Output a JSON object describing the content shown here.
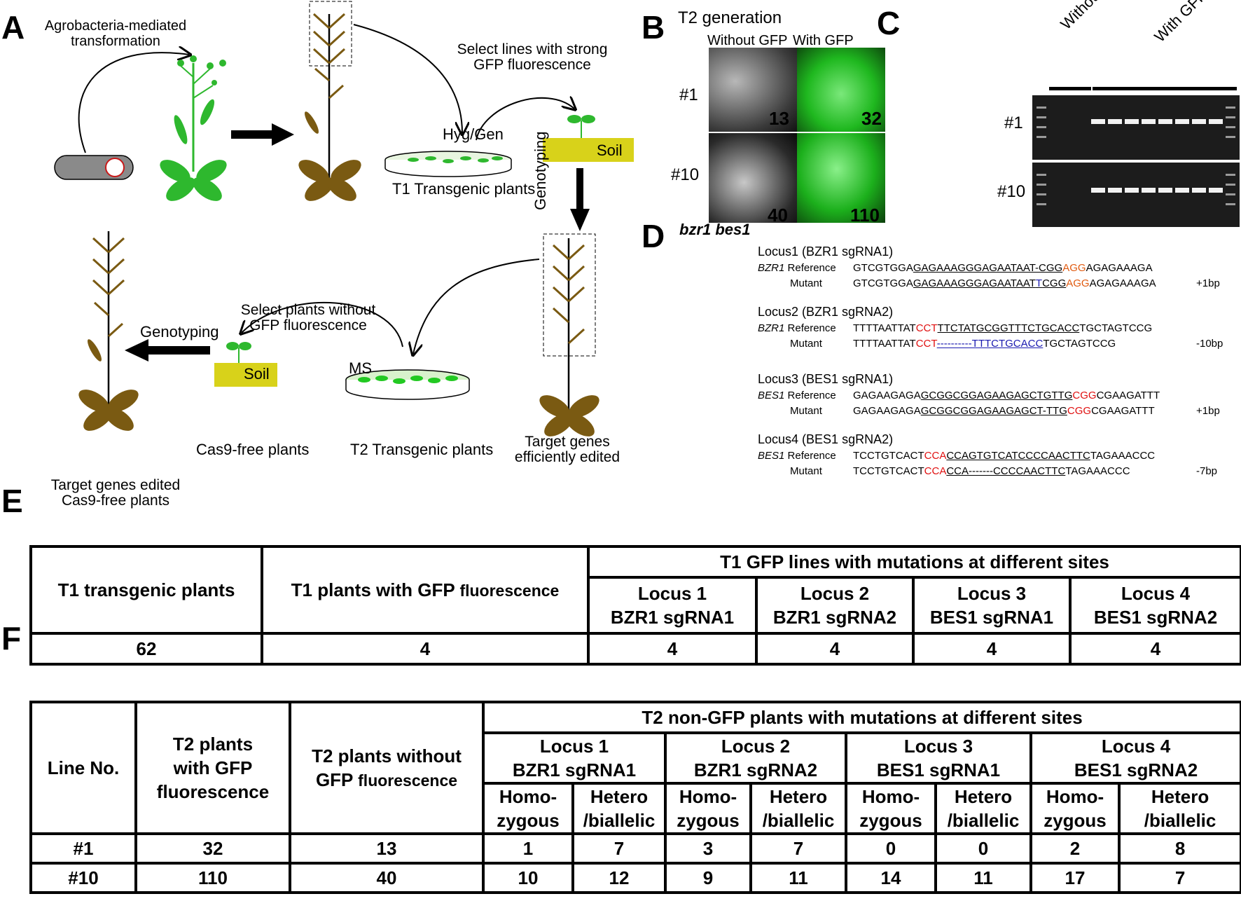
{
  "panels": {
    "A": "A",
    "B": "B",
    "C": "C",
    "D": "D",
    "E": "E",
    "F": "F"
  },
  "panelA": {
    "agro_line1": "Agrobacteria-mediated",
    "agro_line2": "transformation",
    "hyg": "Hyg/Gen",
    "t1_plants": "T1 Transgenic plants",
    "select_strong_1": "Select lines with strong",
    "select_strong_2": "GFP fluorescence",
    "soil": "Soil",
    "genotyping_vertical": "Genotyping",
    "target_efficient_1": "Target genes",
    "target_efficient_2": "efficiently edited",
    "select_without_1": "Select plants without",
    "select_without_2": "GFP fluorescence",
    "ms": "MS",
    "t2_plants": "T2 Transgenic plants",
    "soil2": "Soil",
    "cas9_free": "Cas9-free plants",
    "genotyping": "Genotyping",
    "final_1": "Target genes edited",
    "final_2": "Cas9-free plants"
  },
  "panelB": {
    "title": "T2 generation",
    "col_without": "Without GFP",
    "col_with": "With GFP",
    "row1": "#1",
    "row10": "#10",
    "n_13": "13",
    "n_32": "32",
    "n_40": "40",
    "n_110": "110"
  },
  "panelC": {
    "without": "Without GFP",
    "with": "With GFP",
    "row1": "#1",
    "row10": "#10"
  },
  "panelD": {
    "title": "bzr1 bes1",
    "loci": [
      {
        "header": "Locus1  (BZR1 sgRNA1)",
        "gene": "BZR1",
        "ref_label": "Reference",
        "mut_label": "Mutant",
        "change": "+1bp"
      },
      {
        "header": "Locus2  (BZR1 sgRNA2)",
        "gene": "BZR1",
        "ref_label": "Reference",
        "mut_label": "Mutant",
        "change": "-10bp"
      },
      {
        "header": "Locus3  (BES1 sgRNA1)",
        "gene": "BES1",
        "ref_label": "Reference",
        "mut_label": "Mutant",
        "change": "+1bp"
      },
      {
        "header": "Locus4  (BES1 sgRNA2)",
        "gene": "BES1",
        "ref_label": "Reference",
        "mut_label": "Mutant",
        "change": "-7bp"
      }
    ],
    "seq": {
      "l1_ref_a": "GTCGTGGA",
      "l1_ref_b": "GAGAAAGGGAGAATAAT-CGG",
      "l1_ref_c": "AGG",
      "l1_ref_d": "AGAGAAAGA",
      "l1_mut_a": "GTCGTGGA",
      "l1_mut_b": "GAGAAAGGGAGAATAAT",
      "l1_mut_ins": "T",
      "l1_mut_b2": "CGG",
      "l1_mut_c": "AGG",
      "l1_mut_d": "AGAGAAAGA",
      "l2_ref_a": "TTTTAATTAT",
      "l2_ref_b": "CCT",
      "l2_ref_c": "TTCTATGCGGTTTCTGCACC",
      "l2_ref_d": "TGCTAGTCCG",
      "l2_mut_a": "TTTTAATTAT",
      "l2_mut_b": "CCT",
      "l2_mut_c": "----------TTTCTGCACC",
      "l2_mut_d": "TGCTAGTCCG",
      "l3_ref_a": "GAGAAGAGA",
      "l3_ref_b": "GCGGCGGAGAAGAGCTGTTG",
      "l3_ref_c": "CGG",
      "l3_ref_d": "CGAAGATTT",
      "l3_mut_a": "GAGAAGAGA",
      "l3_mut_b": "GCGGCGGAGAAGAGCT-TTG",
      "l3_mut_c": "CGG",
      "l3_mut_d": "CGAAGATTT",
      "l4_ref_a": "TCCTGTCACT",
      "l4_ref_b": "CCA",
      "l4_ref_c": "CCAGTGTCATCCCCAACTTC",
      "l4_ref_d": "TAGAAACCC",
      "l4_mut_a": "TCCTGTCACT",
      "l4_mut_b": "CCA",
      "l4_mut_c": "CCA-------CCCCAACTTC",
      "l4_mut_d": "TAGAAACCC"
    }
  },
  "tableE": {
    "h_t1": "T1 transgenic plants",
    "h_gfp_a": "T1 plants with GFP ",
    "h_gfp_b": "fluorescence",
    "h_group": "T1 GFP lines with mutations at different sites",
    "loci": [
      {
        "l1": "Locus 1",
        "l2": "BZR1 sgRNA1"
      },
      {
        "l1": "Locus 2",
        "l2": "BZR1 sgRNA2"
      },
      {
        "l1": "Locus 3",
        "l2": "BES1 sgRNA1"
      },
      {
        "l1": "Locus 4",
        "l2": "BES1 sgRNA2"
      }
    ],
    "values": [
      "62",
      "4",
      "4",
      "4",
      "4",
      "4"
    ]
  },
  "tableF": {
    "h_line": "Line No.",
    "h_with_1": "T2 plants",
    "h_with_2": "with GFP",
    "h_with_3": "fluorescence",
    "h_without_1": "T2 plants without",
    "h_without_2a": "GFP ",
    "h_without_2b": "fluorescence",
    "h_group": "T2 non-GFP plants with mutations at different sites",
    "loci": [
      {
        "l1": "Locus 1",
        "l2": "BZR1 sgRNA1"
      },
      {
        "l1": "Locus 2",
        "l2": "BZR1 sgRNA2"
      },
      {
        "l1": "Locus 3",
        "l2": "BES1 sgRNA1"
      },
      {
        "l1": "Locus 4",
        "l2": "BES1 sgRNA2"
      }
    ],
    "homo_1": "Homo-",
    "homo_2": "zygous",
    "het_1": "Hetero",
    "het_2": "/biallelic",
    "rows": [
      {
        "line": "#1",
        "with": "32",
        "without": "13",
        "v": [
          "1",
          "7",
          "3",
          "7",
          "0",
          "0",
          "2",
          "8"
        ]
      },
      {
        "line": "#10",
        "with": "110",
        "without": "40",
        "v": [
          "10",
          "12",
          "9",
          "11",
          "14",
          "11",
          "17",
          "7"
        ]
      }
    ]
  },
  "colors": {
    "gfp_green": "#22c922",
    "plant_green": "#2eb82e",
    "mature_brown": "#7a5a12",
    "soil_yellow": "#d8d21a",
    "seq_red": "#e01010",
    "underline_blue": "#1a1ab0"
  }
}
